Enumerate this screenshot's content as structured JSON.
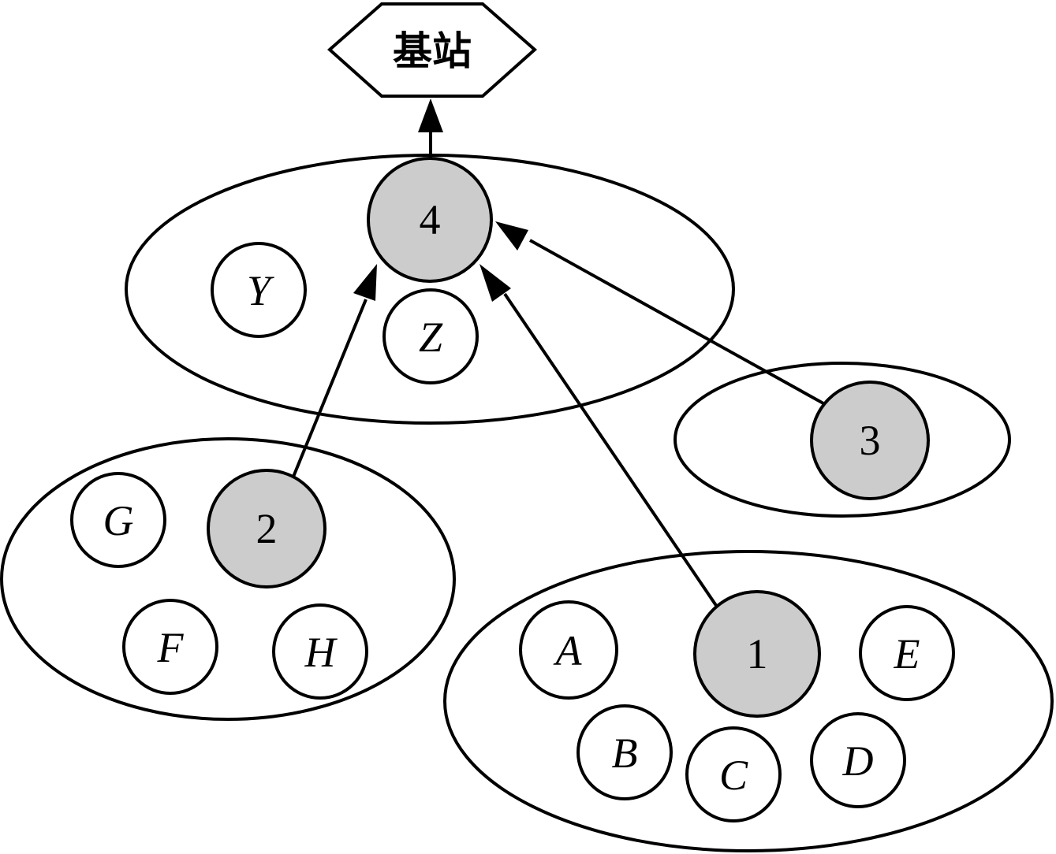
{
  "base_station": {
    "label": "基站"
  },
  "clusters": [
    {
      "id": "top",
      "head": {
        "label": "4"
      },
      "members": [
        {
          "label": "Y"
        },
        {
          "label": "Z"
        }
      ]
    },
    {
      "id": "left",
      "head": {
        "label": "2"
      },
      "members": [
        {
          "label": "G"
        },
        {
          "label": "F"
        },
        {
          "label": "H"
        }
      ]
    },
    {
      "id": "right",
      "head": {
        "label": "3"
      },
      "members": []
    },
    {
      "id": "bottom",
      "head": {
        "label": "1"
      },
      "members": [
        {
          "label": "A"
        },
        {
          "label": "E"
        },
        {
          "label": "B"
        },
        {
          "label": "C"
        },
        {
          "label": "D"
        }
      ]
    }
  ],
  "links": [
    {
      "from": "4",
      "to": "基站"
    },
    {
      "from": "2",
      "to": "4"
    },
    {
      "from": "1",
      "to": "4"
    },
    {
      "from": "3",
      "to": "4"
    }
  ],
  "colors": {
    "head_fill": "#cccccc",
    "member_fill": "#ffffff",
    "stroke": "#000000"
  }
}
